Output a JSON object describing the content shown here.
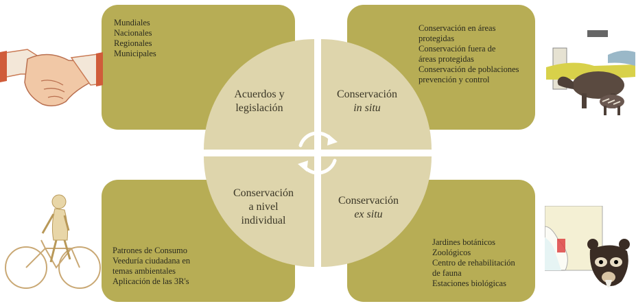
{
  "quadrants": {
    "top_left": {
      "title": "Acuerdos y legislación",
      "items": [
        "Mundiales",
        "Nacionales",
        "Regionales",
        "Municipales"
      ]
    },
    "top_right": {
      "title_line1": "Conservación",
      "title_line2": "in situ",
      "items": [
        "Conservación en áreas",
        "protegidas",
        "Conservación fuera de",
        "áreas protegidas",
        "Conservación de poblaciones",
        "prevención y control"
      ]
    },
    "bottom_left": {
      "title_line1": "Conservación",
      "title_line2": "a nivel",
      "title_line3": "individual",
      "items": [
        "Patrones de Consumo",
        "Veeduría ciudadana en",
        "temas ambientales",
        "Aplicación de las 3R's"
      ]
    },
    "bottom_right": {
      "title_line1": "Conservación",
      "title_line2": "ex situ",
      "items": [
        "Jardines botánicos",
        "Zoológicos",
        "Centro de rehabilitación",
        "de fauna",
        "Estaciones biológicas"
      ]
    }
  },
  "colors": {
    "box": "#b7ad55",
    "circle": "#ded5ac",
    "text": "#2a2a1e"
  },
  "illustrations": [
    "handshake-illustration",
    "tapir-illustration",
    "cyclist-illustration",
    "map-bear-illustration"
  ]
}
